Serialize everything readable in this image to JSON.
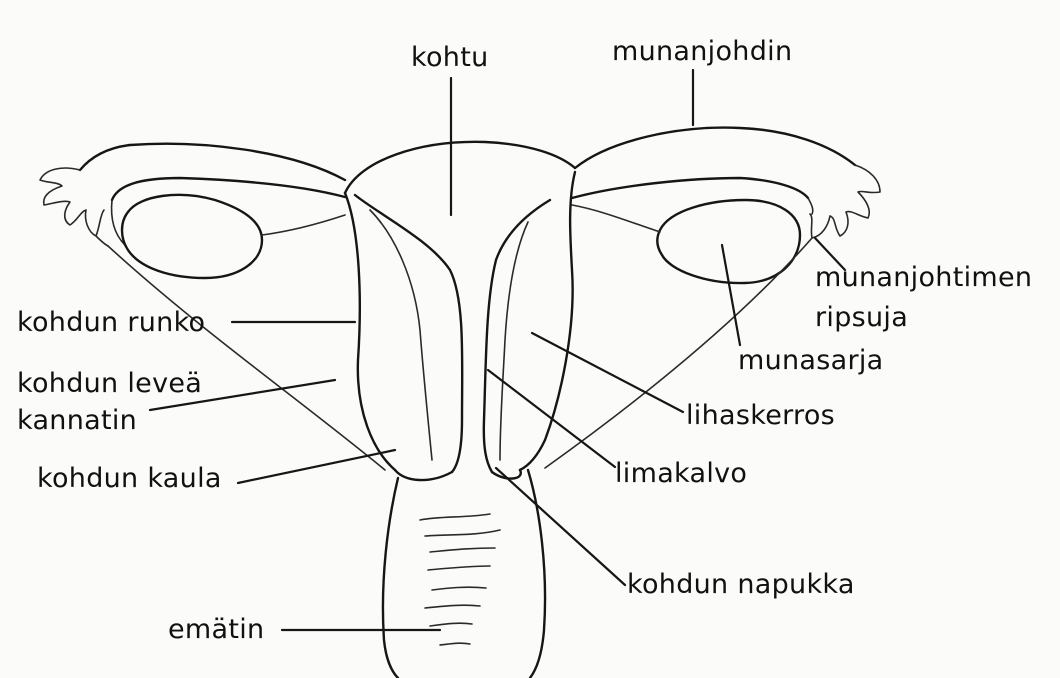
{
  "diagram": {
    "labels": {
      "kohtu": "kohtu",
      "munanjohdin": "munanjohdin",
      "munanjohtimen_1": "munanjohtimen",
      "munanjohtimen_2": "ripsuja",
      "munasarja": "munasarja",
      "lihaskerros": "lihaskerros",
      "limakalvo": "limakalvo",
      "napukka": "kohdun napukka",
      "runko": "kohdun runko",
      "leveä_1": "kohdun leveä",
      "leveä_2": "kannatin",
      "kaula": "kohdun kaula",
      "emätin": "emätin"
    },
    "colors": {
      "ink": "#161616",
      "paper": "#fbfbf9"
    }
  }
}
